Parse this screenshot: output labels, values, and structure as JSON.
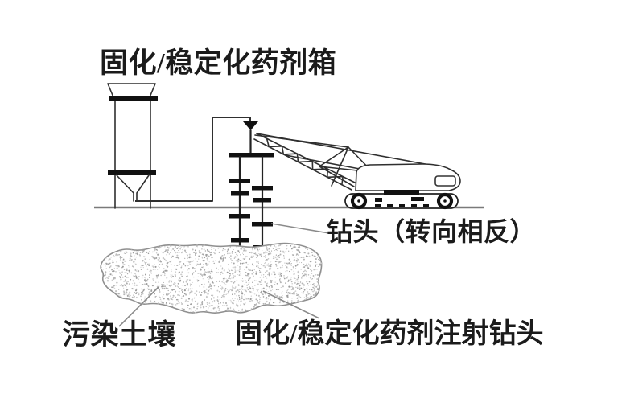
{
  "diagram": {
    "labels": {
      "agent_tank": "固化/稳定化药剂箱",
      "drill_head": "钻头（转向相反）",
      "contaminated_soil": "污染土壤",
      "injection_drill": "固化/稳定化药剂注射钻头"
    },
    "icons": {
      "flow_arrow": "down-arrow-icon"
    },
    "colors": {
      "ink": "#2f2f2f",
      "heavy": "#111111",
      "ground": "#7a7a7a",
      "leader": "#8a8a8a",
      "soil_outline": "#8f8f8f",
      "soil_dot": "#b5b5b5",
      "text": "#1b1b1b",
      "bg": "#ffffff"
    }
  }
}
